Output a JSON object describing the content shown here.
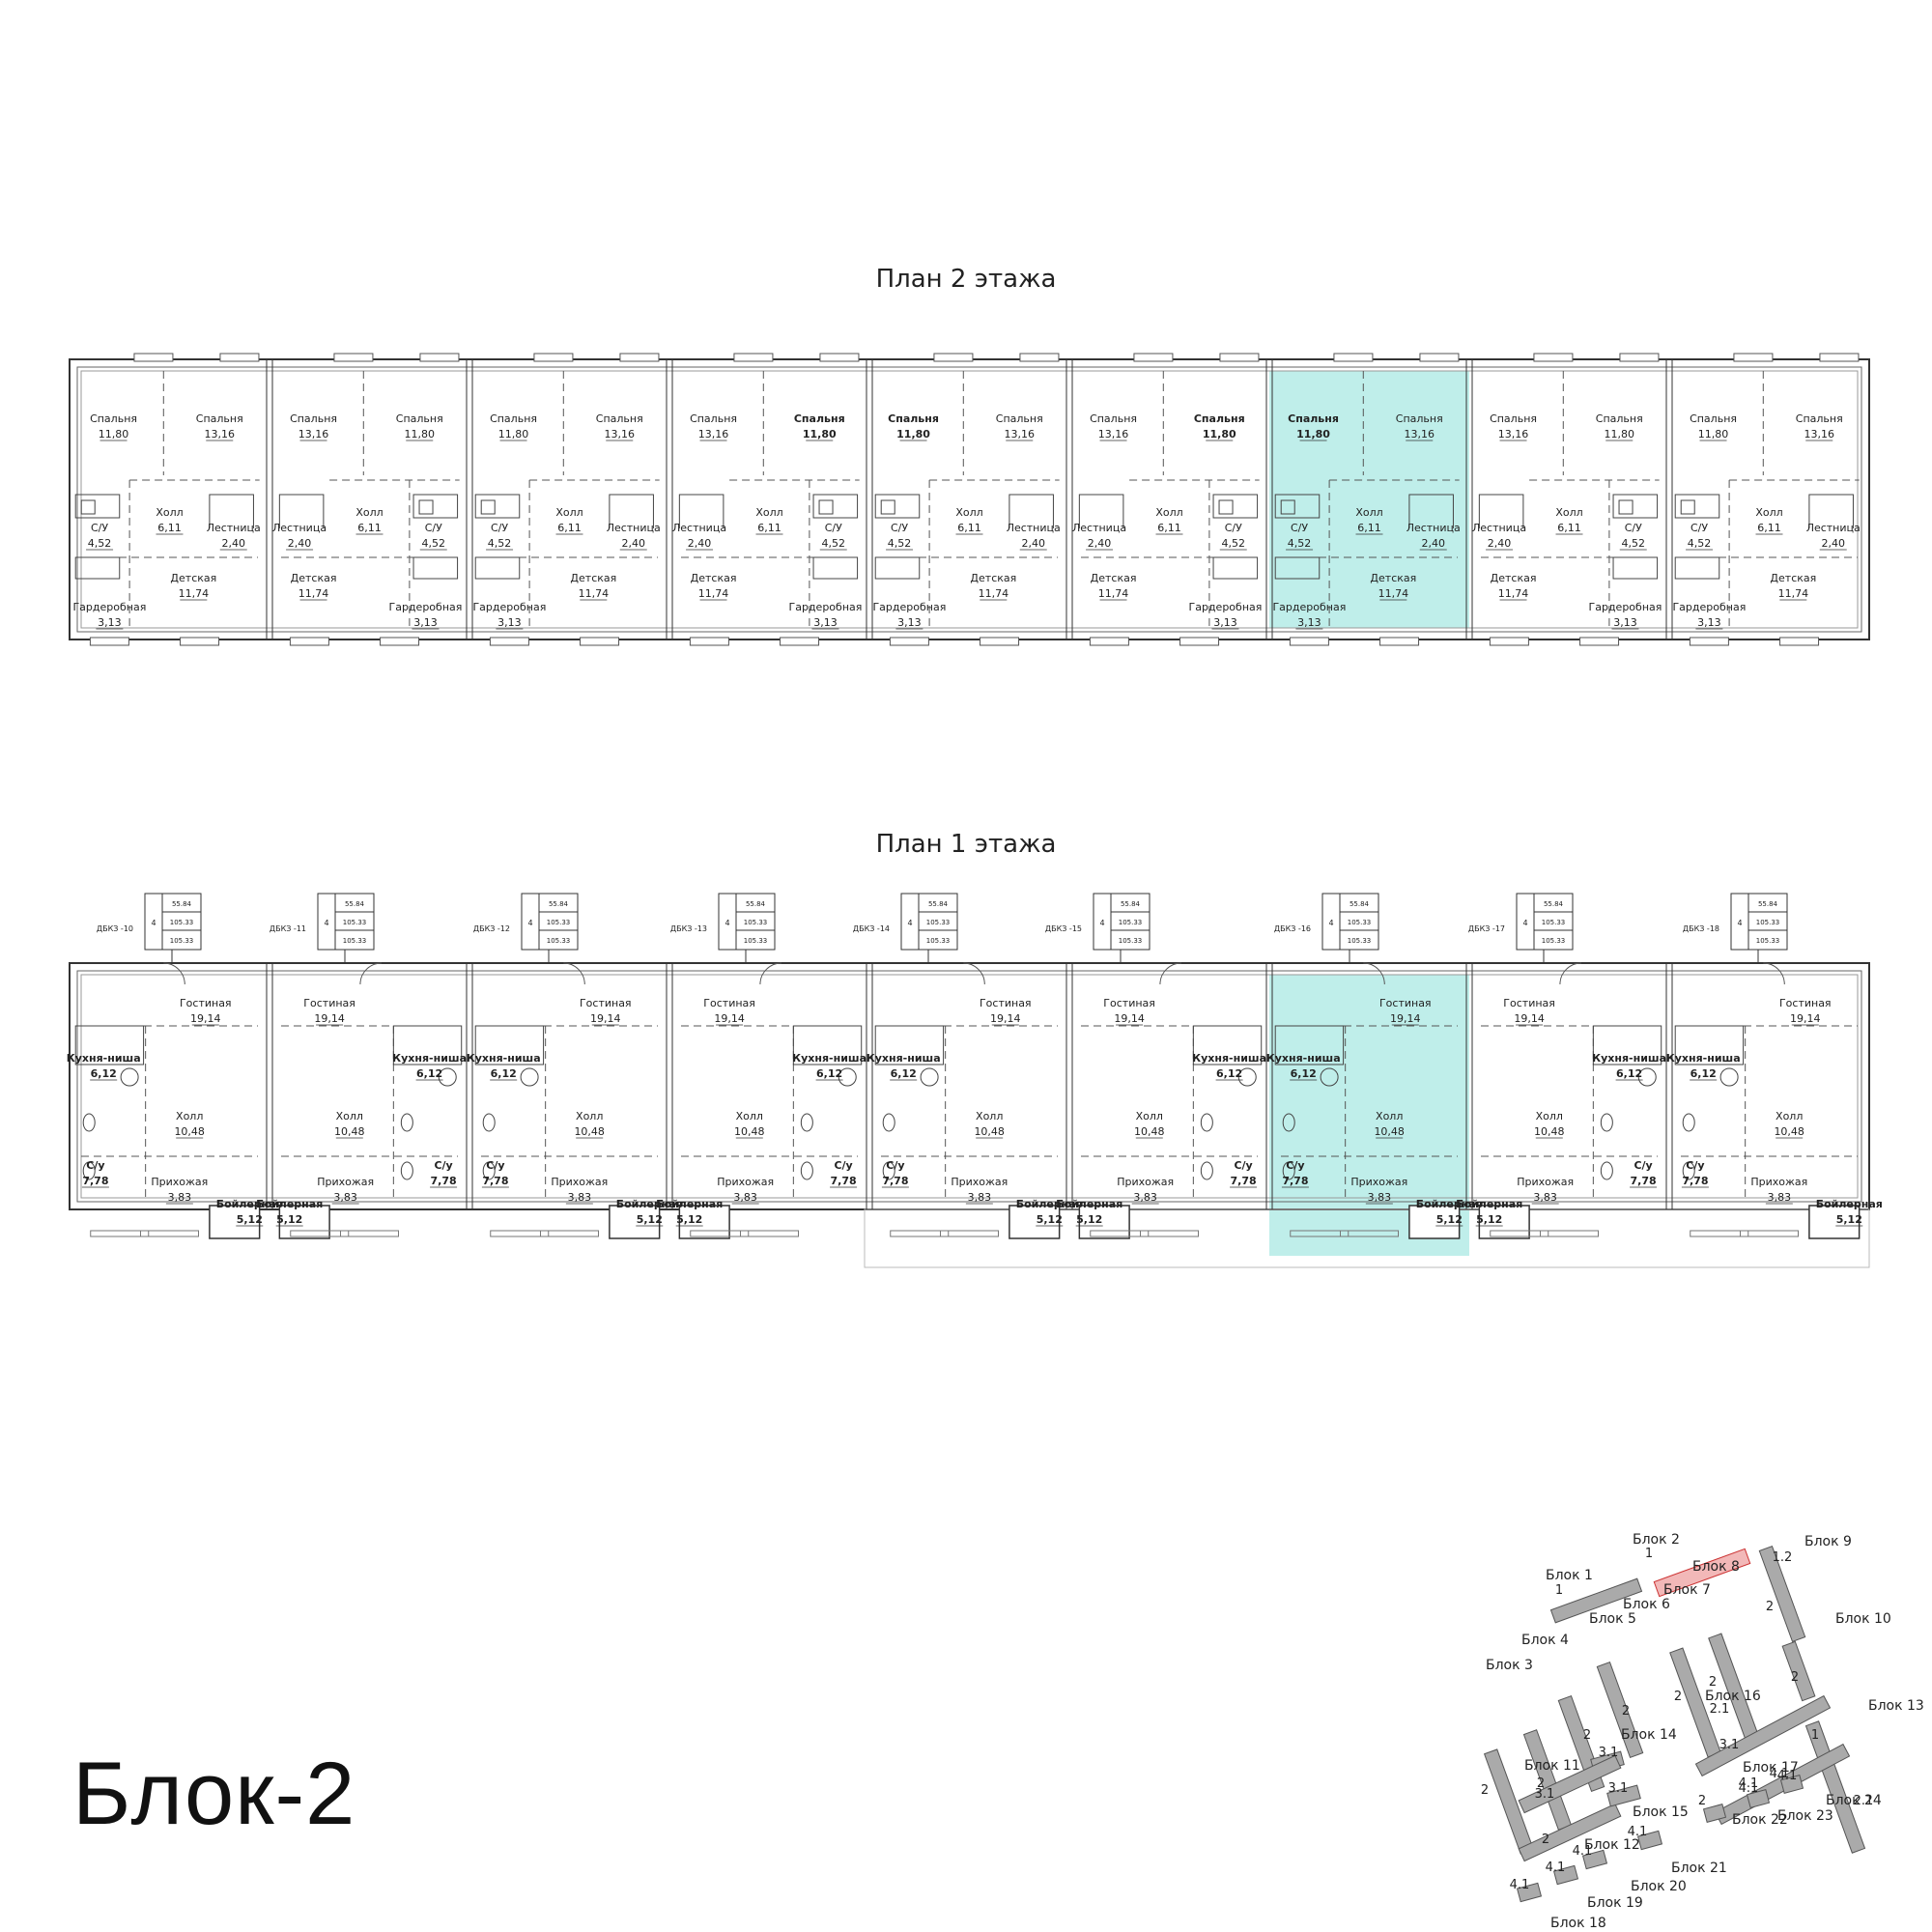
{
  "titles": {
    "floor2": "План  2 этажа",
    "floor1": "План  1 этажа",
    "block": "Блок-2"
  },
  "highlight_color": "#bfeeea",
  "highlight_unit_index": 6,
  "floor2": {
    "unit_templates": {
      "A": [
        {
          "slot": "bed_left",
          "name": "Спальня",
          "area": "11,80"
        },
        {
          "slot": "bed_right",
          "name": "Спальня",
          "area": "13,16"
        },
        {
          "slot": "su",
          "name": "С/У",
          "area": "4,52"
        },
        {
          "slot": "hall",
          "name": "Холл",
          "area": "6,11"
        },
        {
          "slot": "stair",
          "name": "Лестница",
          "area": "2,40"
        },
        {
          "slot": "wardrobe",
          "name": "Гардеробная",
          "area": "3,13"
        },
        {
          "slot": "kids",
          "name": "Детская",
          "area": "11,74"
        }
      ],
      "B": [
        {
          "slot": "bed_left",
          "name": "Спальня",
          "area": "13,16"
        },
        {
          "slot": "bed_right",
          "name": "Спальня",
          "area": "11,80"
        },
        {
          "slot": "stair",
          "name": "Лестница",
          "area": "2,40"
        },
        {
          "slot": "hall",
          "name": "Холл",
          "area": "6,11"
        },
        {
          "slot": "su",
          "name": "С/У",
          "area": "4,52"
        },
        {
          "slot": "kids",
          "name": "Детская",
          "area": "11,74"
        },
        {
          "slot": "wardrobe",
          "name": "Гардеробная",
          "area": "3,13"
        }
      ]
    }
  },
  "floor1": {
    "unit_templates": {
      "A": [
        {
          "slot": "living",
          "name": "Гостиная",
          "area": "19,14"
        },
        {
          "slot": "kitchen",
          "name": "Кухня-ниша",
          "area": "6,12"
        },
        {
          "slot": "hall",
          "name": "Холл",
          "area": "10,48"
        },
        {
          "slot": "su",
          "name": "С/у",
          "area": "7,78"
        },
        {
          "slot": "entry",
          "name": "Прихожая",
          "area": "3,83"
        },
        {
          "slot": "boiler",
          "name": "Бойлерная",
          "area": "5,12"
        }
      ],
      "B": [
        {
          "slot": "living",
          "name": "Гостиная",
          "area": "19,14"
        },
        {
          "slot": "kitchen",
          "name": "Кухня-ниша",
          "area": "6,12"
        },
        {
          "slot": "hall",
          "name": "Холл",
          "area": "10,48"
        },
        {
          "slot": "su",
          "name": "С/у",
          "area": "7,78"
        },
        {
          "slot": "entry",
          "name": "Прихожая",
          "area": "3,83"
        },
        {
          "slot": "boiler",
          "name": "Бойлерная",
          "area": "5,12"
        }
      ]
    }
  },
  "units": [
    {
      "code": "ДБКЗ -10",
      "type": "A"
    },
    {
      "code": "ДБКЗ -11",
      "type": "B"
    },
    {
      "code": "ДБКЗ -12",
      "type": "A"
    },
    {
      "code": "ДБКЗ -13",
      "type": "B"
    },
    {
      "code": "ДБКЗ -14",
      "type": "A"
    },
    {
      "code": "ДБКЗ -15",
      "type": "B"
    },
    {
      "code": "ДБКЗ -16",
      "type": "A"
    },
    {
      "code": "ДБКЗ -17",
      "type": "B"
    },
    {
      "code": "ДБКЗ -18",
      "type": "A"
    }
  ],
  "unit_tag": {
    "rooms": "4",
    "values": [
      "55.84",
      "105.33",
      "105.33"
    ]
  },
  "site_plan": {
    "labels": [
      {
        "text": "Блок 2"
      },
      {
        "text": "Блок 1"
      },
      {
        "text": "Блок 8"
      },
      {
        "text": "Блок 7"
      },
      {
        "text": "Блок 9"
      },
      {
        "text": "Блок 6"
      },
      {
        "text": "Блок 5"
      },
      {
        "text": "Блок 4"
      },
      {
        "text": "Блок 3"
      },
      {
        "text": "Блок 10"
      },
      {
        "text": "Блок 13"
      },
      {
        "text": "Блок 16"
      },
      {
        "text": "Блок 14"
      },
      {
        "text": "Блок 11"
      },
      {
        "text": "Блок 17"
      },
      {
        "text": "Блок 24"
      },
      {
        "text": "Блок 23"
      },
      {
        "text": "Блок 22"
      },
      {
        "text": "Блок 15"
      },
      {
        "text": "Блок 12"
      },
      {
        "text": "Блок 21"
      },
      {
        "text": "Блок 20"
      },
      {
        "text": "Блок 19"
      },
      {
        "text": "Блок 18"
      }
    ],
    "building_labels": [
      "1",
      "1",
      "1.2",
      "2",
      "2",
      "2",
      "2",
      "2",
      "2",
      "2",
      "2",
      "1",
      "2.1",
      "2.1",
      "3.1",
      "3.1",
      "3.1",
      "3.1",
      "2",
      "2",
      "4.1",
      "4.1",
      "4.1",
      "4.1",
      "4.1",
      "4.1",
      "4.1",
      "4.1"
    ],
    "current_block": "Блок 2"
  }
}
